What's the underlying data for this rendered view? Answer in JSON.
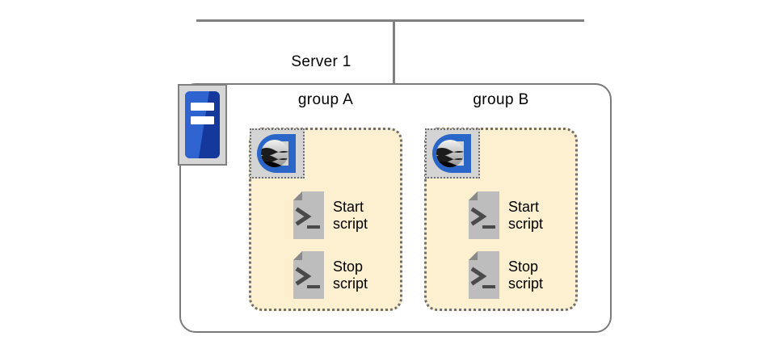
{
  "diagram": {
    "title": "Server 1",
    "network": {
      "bus_label": "network-bus"
    },
    "server": {
      "label": "Server 1",
      "icon": "server-icon",
      "groups": [
        {
          "name": "group A",
          "cluster_icon": "cluster-globe-icon",
          "scripts": [
            {
              "name": "start-script",
              "line1": "Start",
              "line2": "script",
              "icon": "script-document-icon"
            },
            {
              "name": "stop-script",
              "line1": "Stop",
              "line2": "script",
              "icon": "script-document-icon"
            }
          ]
        },
        {
          "name": "group B",
          "cluster_icon": "cluster-globe-icon",
          "scripts": [
            {
              "name": "start-script",
              "line1": "Start",
              "line2": "script",
              "icon": "script-document-icon"
            },
            {
              "name": "stop-script",
              "line1": "Stop",
              "line2": "script",
              "icon": "script-document-icon"
            }
          ]
        }
      ]
    },
    "colors": {
      "group_fill": "#FDF0D0",
      "group_border": "#6F6F6F",
      "server_border": "#7A7A7A",
      "server_icon_blue": "#14389B",
      "server_icon_blue_light": "#2F63CF",
      "cluster_blue": "#2A66C8",
      "script_gray": "#BDBDBD",
      "script_fold_gray": "#8A8A8A",
      "line_gray": "#808080"
    }
  }
}
